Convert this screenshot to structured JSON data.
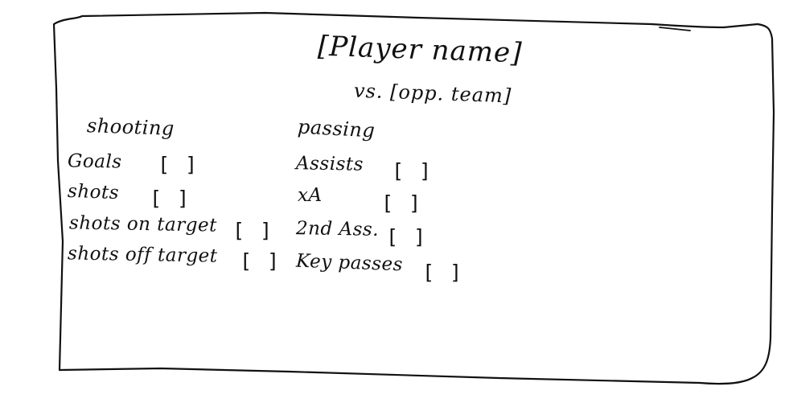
{
  "header": {
    "player_placeholder": "[Player name]",
    "opponent_line": "vs. [opp. team]"
  },
  "sections": {
    "shooting": {
      "heading": "shooting",
      "rows": [
        {
          "label": "Goals",
          "box": "[ ]"
        },
        {
          "label": "shots",
          "box": "[ ]"
        },
        {
          "label": "shots on target",
          "box": "[ ]"
        },
        {
          "label": "shots off target",
          "box": "[ ]"
        }
      ]
    },
    "passing": {
      "heading": "passing",
      "rows": [
        {
          "label": "Assists",
          "box": "[ ]"
        },
        {
          "label": "xA",
          "box": "[ ]"
        },
        {
          "label": "2nd Ass.",
          "box": "[ ]"
        },
        {
          "label": "Key passes",
          "box": "[ ]"
        }
      ]
    }
  }
}
